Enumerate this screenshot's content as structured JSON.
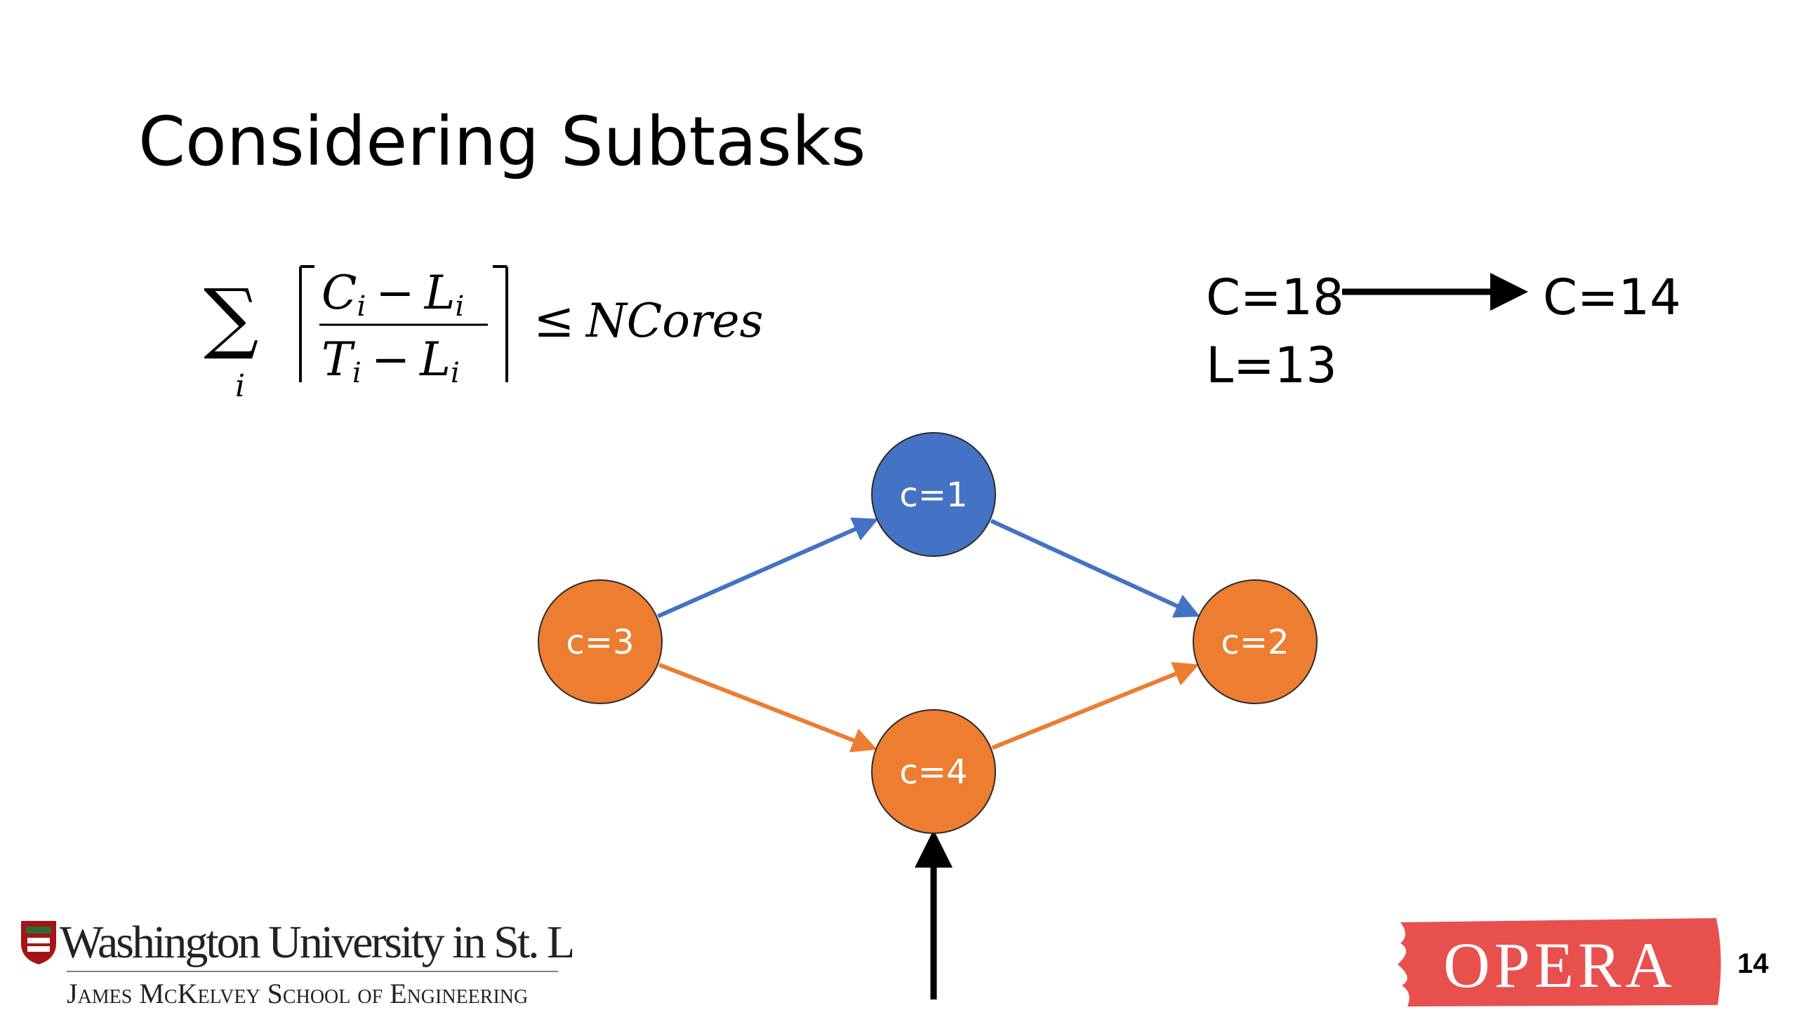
{
  "slide": {
    "title": "Considering Subtasks",
    "page_number": "14"
  },
  "cost": {
    "before": "C=18",
    "after": "C=14",
    "latency": "L=13"
  },
  "formula": {
    "sum_index": "i",
    "numerator_c": "C",
    "numerator_l": "L",
    "denominator_t": "T",
    "denominator_l": "L",
    "subscript": "i",
    "minus": "−",
    "leq": "≤",
    "rhs": "NCores"
  },
  "graph": {
    "nodes": [
      {
        "id": "n1",
        "label": "c=1",
        "color": "#4472C4"
      },
      {
        "id": "n3",
        "label": "c=3",
        "color": "#ED7D31"
      },
      {
        "id": "n2",
        "label": "c=2",
        "color": "#ED7D31"
      },
      {
        "id": "n4",
        "label": "c=4",
        "color": "#ED7D31"
      }
    ],
    "edges": [
      {
        "from": "n3",
        "to": "n1",
        "color": "#4472C4"
      },
      {
        "from": "n1",
        "to": "n2",
        "color": "#4472C4"
      },
      {
        "from": "n3",
        "to": "n4",
        "color": "#ED7D31"
      },
      {
        "from": "n4",
        "to": "n2",
        "color": "#ED7D31"
      }
    ]
  },
  "logos": {
    "university_name": "Washington University in St. Louis",
    "school_name": "James McKelvey School of Engineering",
    "lab_name": "OPERA",
    "lab_color": "#E8504E"
  }
}
